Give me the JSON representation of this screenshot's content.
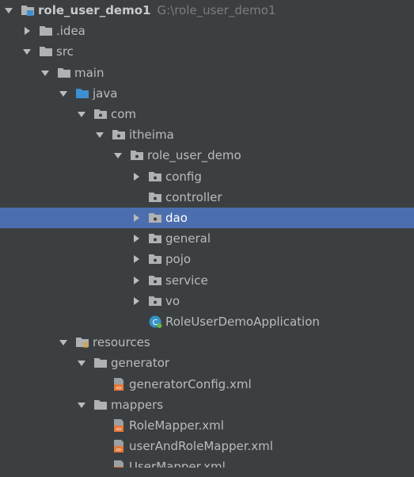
{
  "project": {
    "name": "role_user_demo1",
    "path": "G:\\role_user_demo1"
  },
  "tree": [
    {
      "label": "role_user_demo1",
      "icon": "project-folder-icon",
      "arrow": "down",
      "depth": 0,
      "bold": true,
      "show_path": true
    },
    {
      "label": ".idea",
      "icon": "folder-icon",
      "arrow": "right",
      "depth": 1
    },
    {
      "label": "src",
      "icon": "folder-icon",
      "arrow": "down",
      "depth": 1
    },
    {
      "label": "main",
      "icon": "folder-icon",
      "arrow": "down",
      "depth": 2
    },
    {
      "label": "java",
      "icon": "source-root-folder-icon",
      "arrow": "down",
      "depth": 3
    },
    {
      "label": "com",
      "icon": "package-icon",
      "arrow": "down",
      "depth": 4
    },
    {
      "label": "itheima",
      "icon": "package-icon",
      "arrow": "down",
      "depth": 5
    },
    {
      "label": "role_user_demo",
      "icon": "package-icon",
      "arrow": "down",
      "depth": 6
    },
    {
      "label": "config",
      "icon": "package-icon",
      "arrow": "right",
      "depth": 7
    },
    {
      "label": "controller",
      "icon": "package-icon",
      "arrow": "none",
      "depth": 7
    },
    {
      "label": "dao",
      "icon": "package-icon",
      "arrow": "right",
      "depth": 7,
      "selected": true
    },
    {
      "label": "general",
      "icon": "package-icon",
      "arrow": "right",
      "depth": 7
    },
    {
      "label": "pojo",
      "icon": "package-icon",
      "arrow": "right",
      "depth": 7
    },
    {
      "label": "service",
      "icon": "package-icon",
      "arrow": "right",
      "depth": 7
    },
    {
      "label": "vo",
      "icon": "package-icon",
      "arrow": "right",
      "depth": 7
    },
    {
      "label": "RoleUserDemoApplication",
      "icon": "spring-boot-class-icon",
      "arrow": "none",
      "depth": 7
    },
    {
      "label": "resources",
      "icon": "resources-folder-icon",
      "arrow": "down",
      "depth": 3
    },
    {
      "label": "generator",
      "icon": "folder-icon",
      "arrow": "down",
      "depth": 4
    },
    {
      "label": "generatorConfig.xml",
      "icon": "xml-file-icon",
      "arrow": "none",
      "depth": 5
    },
    {
      "label": "mappers",
      "icon": "folder-icon",
      "arrow": "down",
      "depth": 4
    },
    {
      "label": "RoleMapper.xml",
      "icon": "xml-file-icon",
      "arrow": "none",
      "depth": 5
    },
    {
      "label": "userAndRoleMapper.xml",
      "icon": "xml-file-icon",
      "arrow": "none",
      "depth": 5
    },
    {
      "label": "UserMapper.xml",
      "icon": "xml-file-icon",
      "arrow": "none",
      "depth": 5
    }
  ],
  "colors": {
    "background": "#3c3f41",
    "selection": "#4b6eaf",
    "text": "#bbbbbb",
    "path_text": "#7a7e80",
    "folder": "#afb1b3",
    "source_root": "#3d8fd1",
    "xml_icon": "#e57a3c"
  }
}
